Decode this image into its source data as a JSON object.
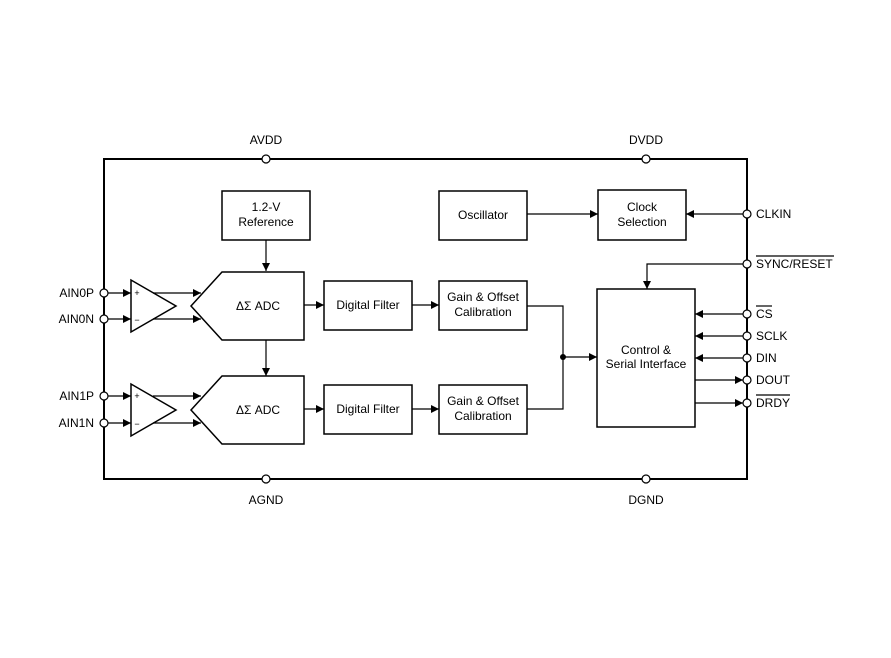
{
  "supply": {
    "avdd": "AVDD",
    "dvdd": "DVDD",
    "agnd": "AGND",
    "dgnd": "DGND"
  },
  "inputs": {
    "ain0p": "AIN0P",
    "ain0n": "AIN0N",
    "ain1p": "AIN1P",
    "ain1n": "AIN1N"
  },
  "blocks": {
    "reference": [
      "1.2-V",
      "Reference"
    ],
    "oscillator": "Oscillator",
    "clock": [
      "Clock",
      "Selection"
    ],
    "adc0": "ΔΣ ADC",
    "adc1": "ΔΣ ADC",
    "filter0": "Digital Filter",
    "filter1": "Digital Filter",
    "cal0": [
      "Gain & Offset",
      "Calibration"
    ],
    "cal1": [
      "Gain & Offset",
      "Calibration"
    ],
    "control": [
      "Control &",
      "Serial Interface"
    ]
  },
  "amp_signs": {
    "plus": "+",
    "minus": "−"
  },
  "pins": {
    "clkin": "CLKIN",
    "sync_reset": "SYNC/RESET",
    "cs": "CS",
    "sclk": "SCLK",
    "din": "DIN",
    "dout": "DOUT",
    "drdy": "DRDY"
  }
}
